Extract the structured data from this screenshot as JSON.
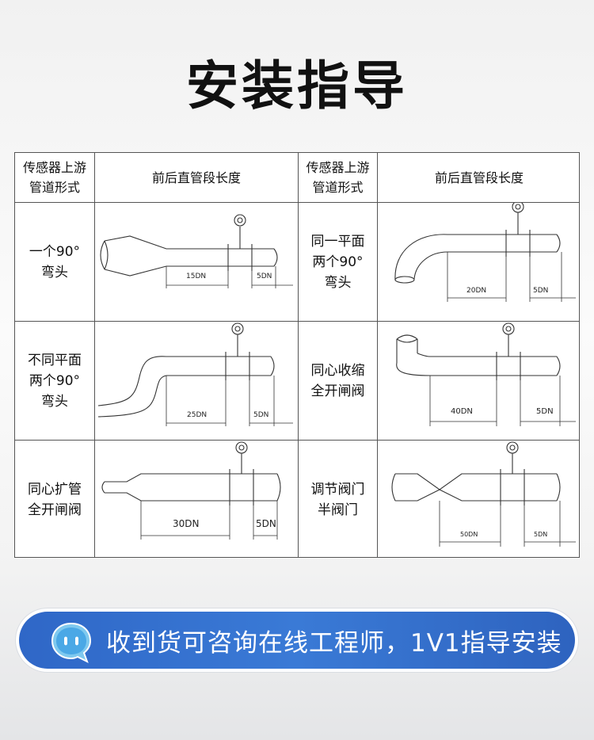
{
  "title": "安装指导",
  "table": {
    "header": {
      "col_type": "传感器上游\n管道形式",
      "col_length": "前后直管段长度"
    },
    "rows": [
      {
        "left": {
          "label": "一个90°\n弯头",
          "upstream": "15DN",
          "downstream": "5DN"
        },
        "right": {
          "label": "同一平面\n两个90°\n弯头",
          "upstream": "20DN",
          "downstream": "5DN"
        }
      },
      {
        "left": {
          "label": "不同平面\n两个90°\n弯头",
          "upstream": "25DN",
          "downstream": "5DN"
        },
        "right": {
          "label": "同心收缩\n全开闸阀",
          "upstream": "40DN",
          "downstream": "5DN"
        }
      },
      {
        "left": {
          "label": "同心扩管\n全开闸阀",
          "upstream": "30DN",
          "downstream": "5DN"
        },
        "right": {
          "label": "调节阀门\n半阀门",
          "upstream": "50DN",
          "downstream": "5DN"
        }
      }
    ]
  },
  "banner": {
    "text": "收到货可咨询在线工程师，1V1指导安装",
    "icon": "chat-bubble-icon",
    "color": "#3272cf"
  }
}
